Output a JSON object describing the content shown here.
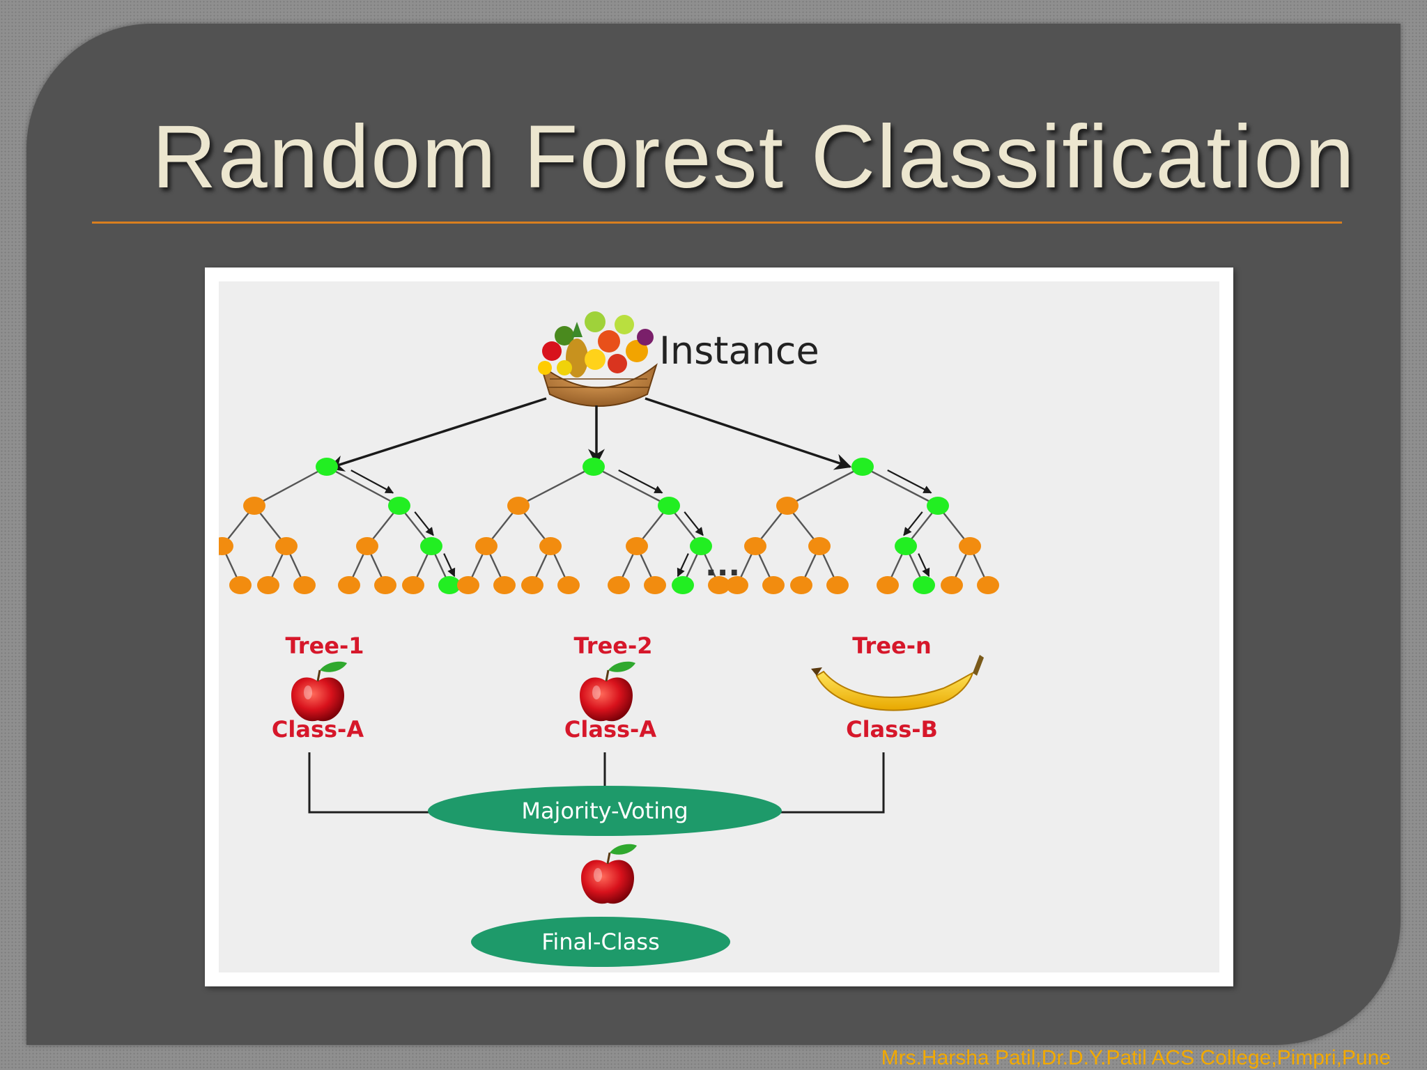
{
  "slide": {
    "title": "Random Forest Classification",
    "credit": "Mrs.Harsha Patil,Dr.D.Y.Patil ACS College,Pimpri,Pune"
  },
  "diagram": {
    "instance_label": "Instance",
    "ellipsis": "...",
    "trees": [
      {
        "name": "Tree-1",
        "class_label": "Class-A",
        "fruit_icon": "apple-icon"
      },
      {
        "name": "Tree-2",
        "class_label": "Class-A",
        "fruit_icon": "apple-icon"
      },
      {
        "name": "Tree-n",
        "class_label": "Class-B",
        "fruit_icon": "banana-icon"
      }
    ],
    "majority_label": "Majority-Voting",
    "final_label": "Final-Class",
    "final_fruit_icon": "apple-icon",
    "instance_icon": "fruit-basket-icon"
  },
  "colors": {
    "slide_bg": "#525252",
    "title_text": "#ece6cf",
    "title_rule": "#d97f1f",
    "node_default": "#f28c0f",
    "node_path": "#22ee22",
    "class_text": "#d6172a",
    "ellipse_fill": "#1e9a6a",
    "credit_text": "#f2a900"
  }
}
